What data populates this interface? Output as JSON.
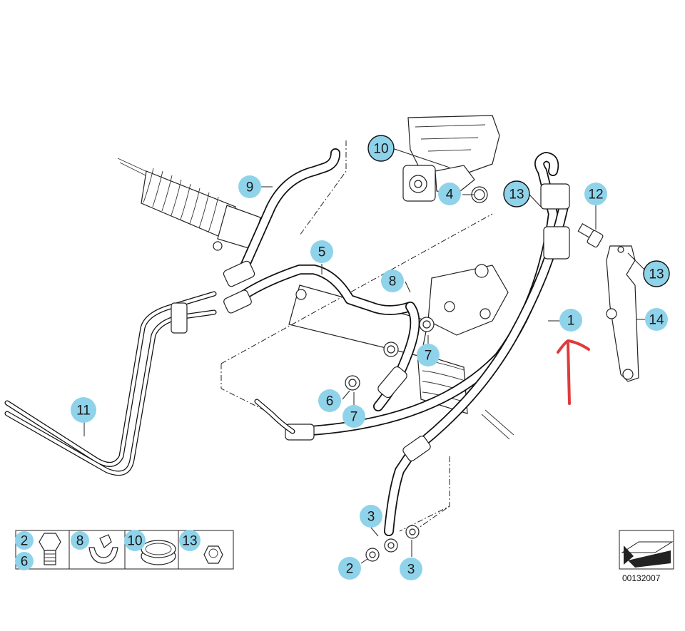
{
  "callouts": [
    {
      "label": "10"
    },
    {
      "label": "9"
    },
    {
      "label": "4"
    },
    {
      "label": "13"
    },
    {
      "label": "12"
    },
    {
      "label": "5"
    },
    {
      "label": "8"
    },
    {
      "label": "13"
    },
    {
      "label": "1"
    },
    {
      "label": "14"
    },
    {
      "label": "7"
    },
    {
      "label": "6"
    },
    {
      "label": "7"
    },
    {
      "label": "11"
    },
    {
      "label": "3"
    },
    {
      "label": "2"
    },
    {
      "label": "3"
    }
  ],
  "legend": {
    "items": [
      {
        "label": "2"
      },
      {
        "label": "6"
      },
      {
        "label": "8"
      },
      {
        "label": "10"
      },
      {
        "label": "13"
      }
    ]
  },
  "drawing_code": "00132007",
  "colors": {
    "callout_fill": "#8fd3ea",
    "annotation_red": "#e03a3a"
  },
  "annotation": {
    "icon": "red-arrow-up-icon",
    "points_to": "1"
  },
  "corner_icon": "page-arrow-icon"
}
